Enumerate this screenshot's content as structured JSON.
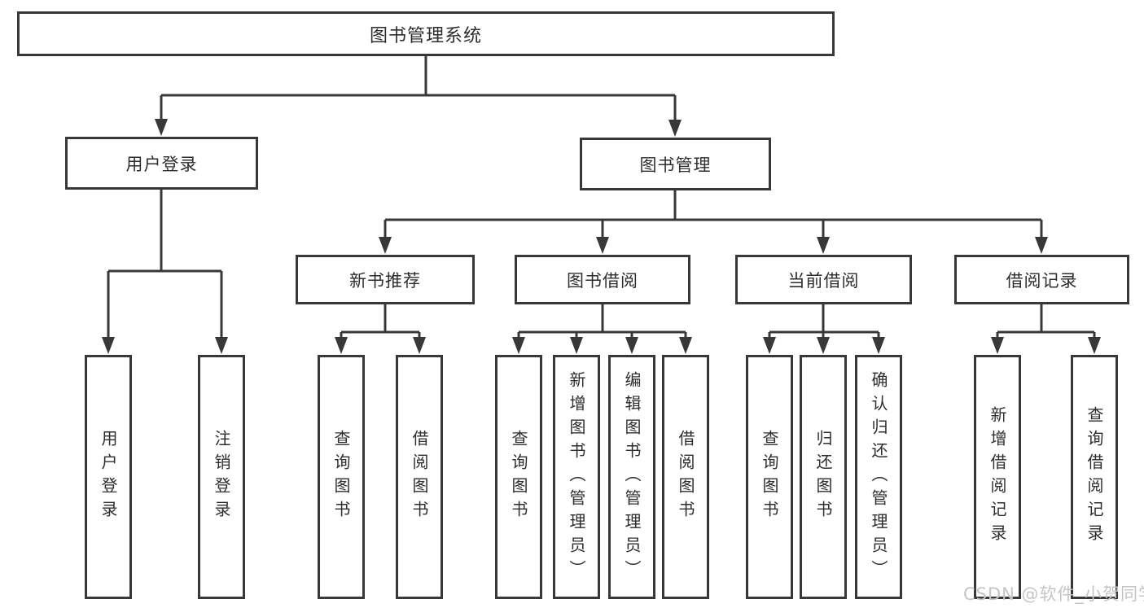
{
  "colors": {
    "line": "#383838",
    "box_border": "#383838",
    "text": "#2d2d2d",
    "watermark": "#c5c5c5"
  },
  "root": {
    "label": "图书管理系统"
  },
  "branches": [
    {
      "label": "用户登录",
      "leaves": [
        {
          "label": "用户登录"
        },
        {
          "label": "注销登录"
        }
      ]
    },
    {
      "label": "图书管理",
      "subbranches": [
        {
          "label": "新书推荐",
          "leaves": [
            {
              "label": "查询图书"
            },
            {
              "label": "借阅图书"
            }
          ]
        },
        {
          "label": "图书借阅",
          "leaves": [
            {
              "label": "查询图书"
            },
            {
              "label": "新增图书（管理员）"
            },
            {
              "label": "编辑图书（管理员）"
            },
            {
              "label": "借阅图书"
            }
          ]
        },
        {
          "label": "当前借阅",
          "leaves": [
            {
              "label": "查询图书"
            },
            {
              "label": "归还图书"
            },
            {
              "label": "确认归还（管理员）"
            }
          ]
        },
        {
          "label": "借阅记录",
          "leaves": [
            {
              "label": "新增借阅记录"
            },
            {
              "label": "查询借阅记录"
            }
          ]
        }
      ]
    }
  ],
  "watermark": {
    "text": "CSDN @软件_小贺同学"
  }
}
